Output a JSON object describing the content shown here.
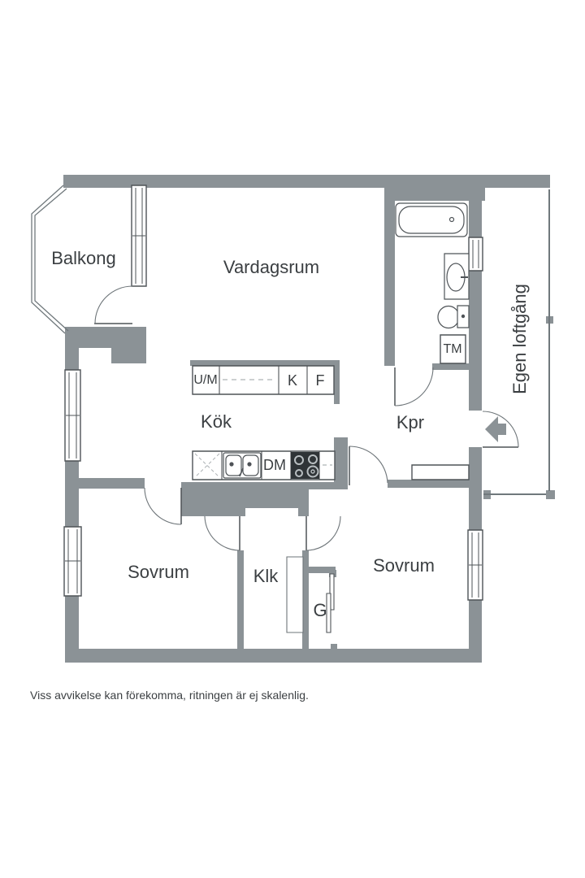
{
  "plan": {
    "rooms": [
      {
        "name": "balkong",
        "label": "Balkong"
      },
      {
        "name": "vardagsrum",
        "label": "Vardagsrum"
      },
      {
        "name": "kok",
        "label": "Kök"
      },
      {
        "name": "kpr",
        "label": "Kpr"
      },
      {
        "name": "egen_loftgang",
        "label": "Egen loftgång"
      },
      {
        "name": "sovrum_vanster",
        "label": "Sovrum"
      },
      {
        "name": "klk",
        "label": "Klk"
      },
      {
        "name": "sovrum_hoger",
        "label": "Sovrum"
      },
      {
        "name": "garderob",
        "label": "G"
      }
    ],
    "appliance_labels": {
      "um": "U/M",
      "kyl": "K",
      "frys": "F",
      "dm": "DM",
      "tm": "TM"
    }
  },
  "footer": {
    "disclaimer": "Viss avvikelse kan förekomma, ritningen är ej skalenlig."
  },
  "colors": {
    "wall": "#8b9296",
    "line": "#4e5357",
    "arc": "#6e7579",
    "text": "#3b3f42",
    "background": "#ffffff"
  }
}
